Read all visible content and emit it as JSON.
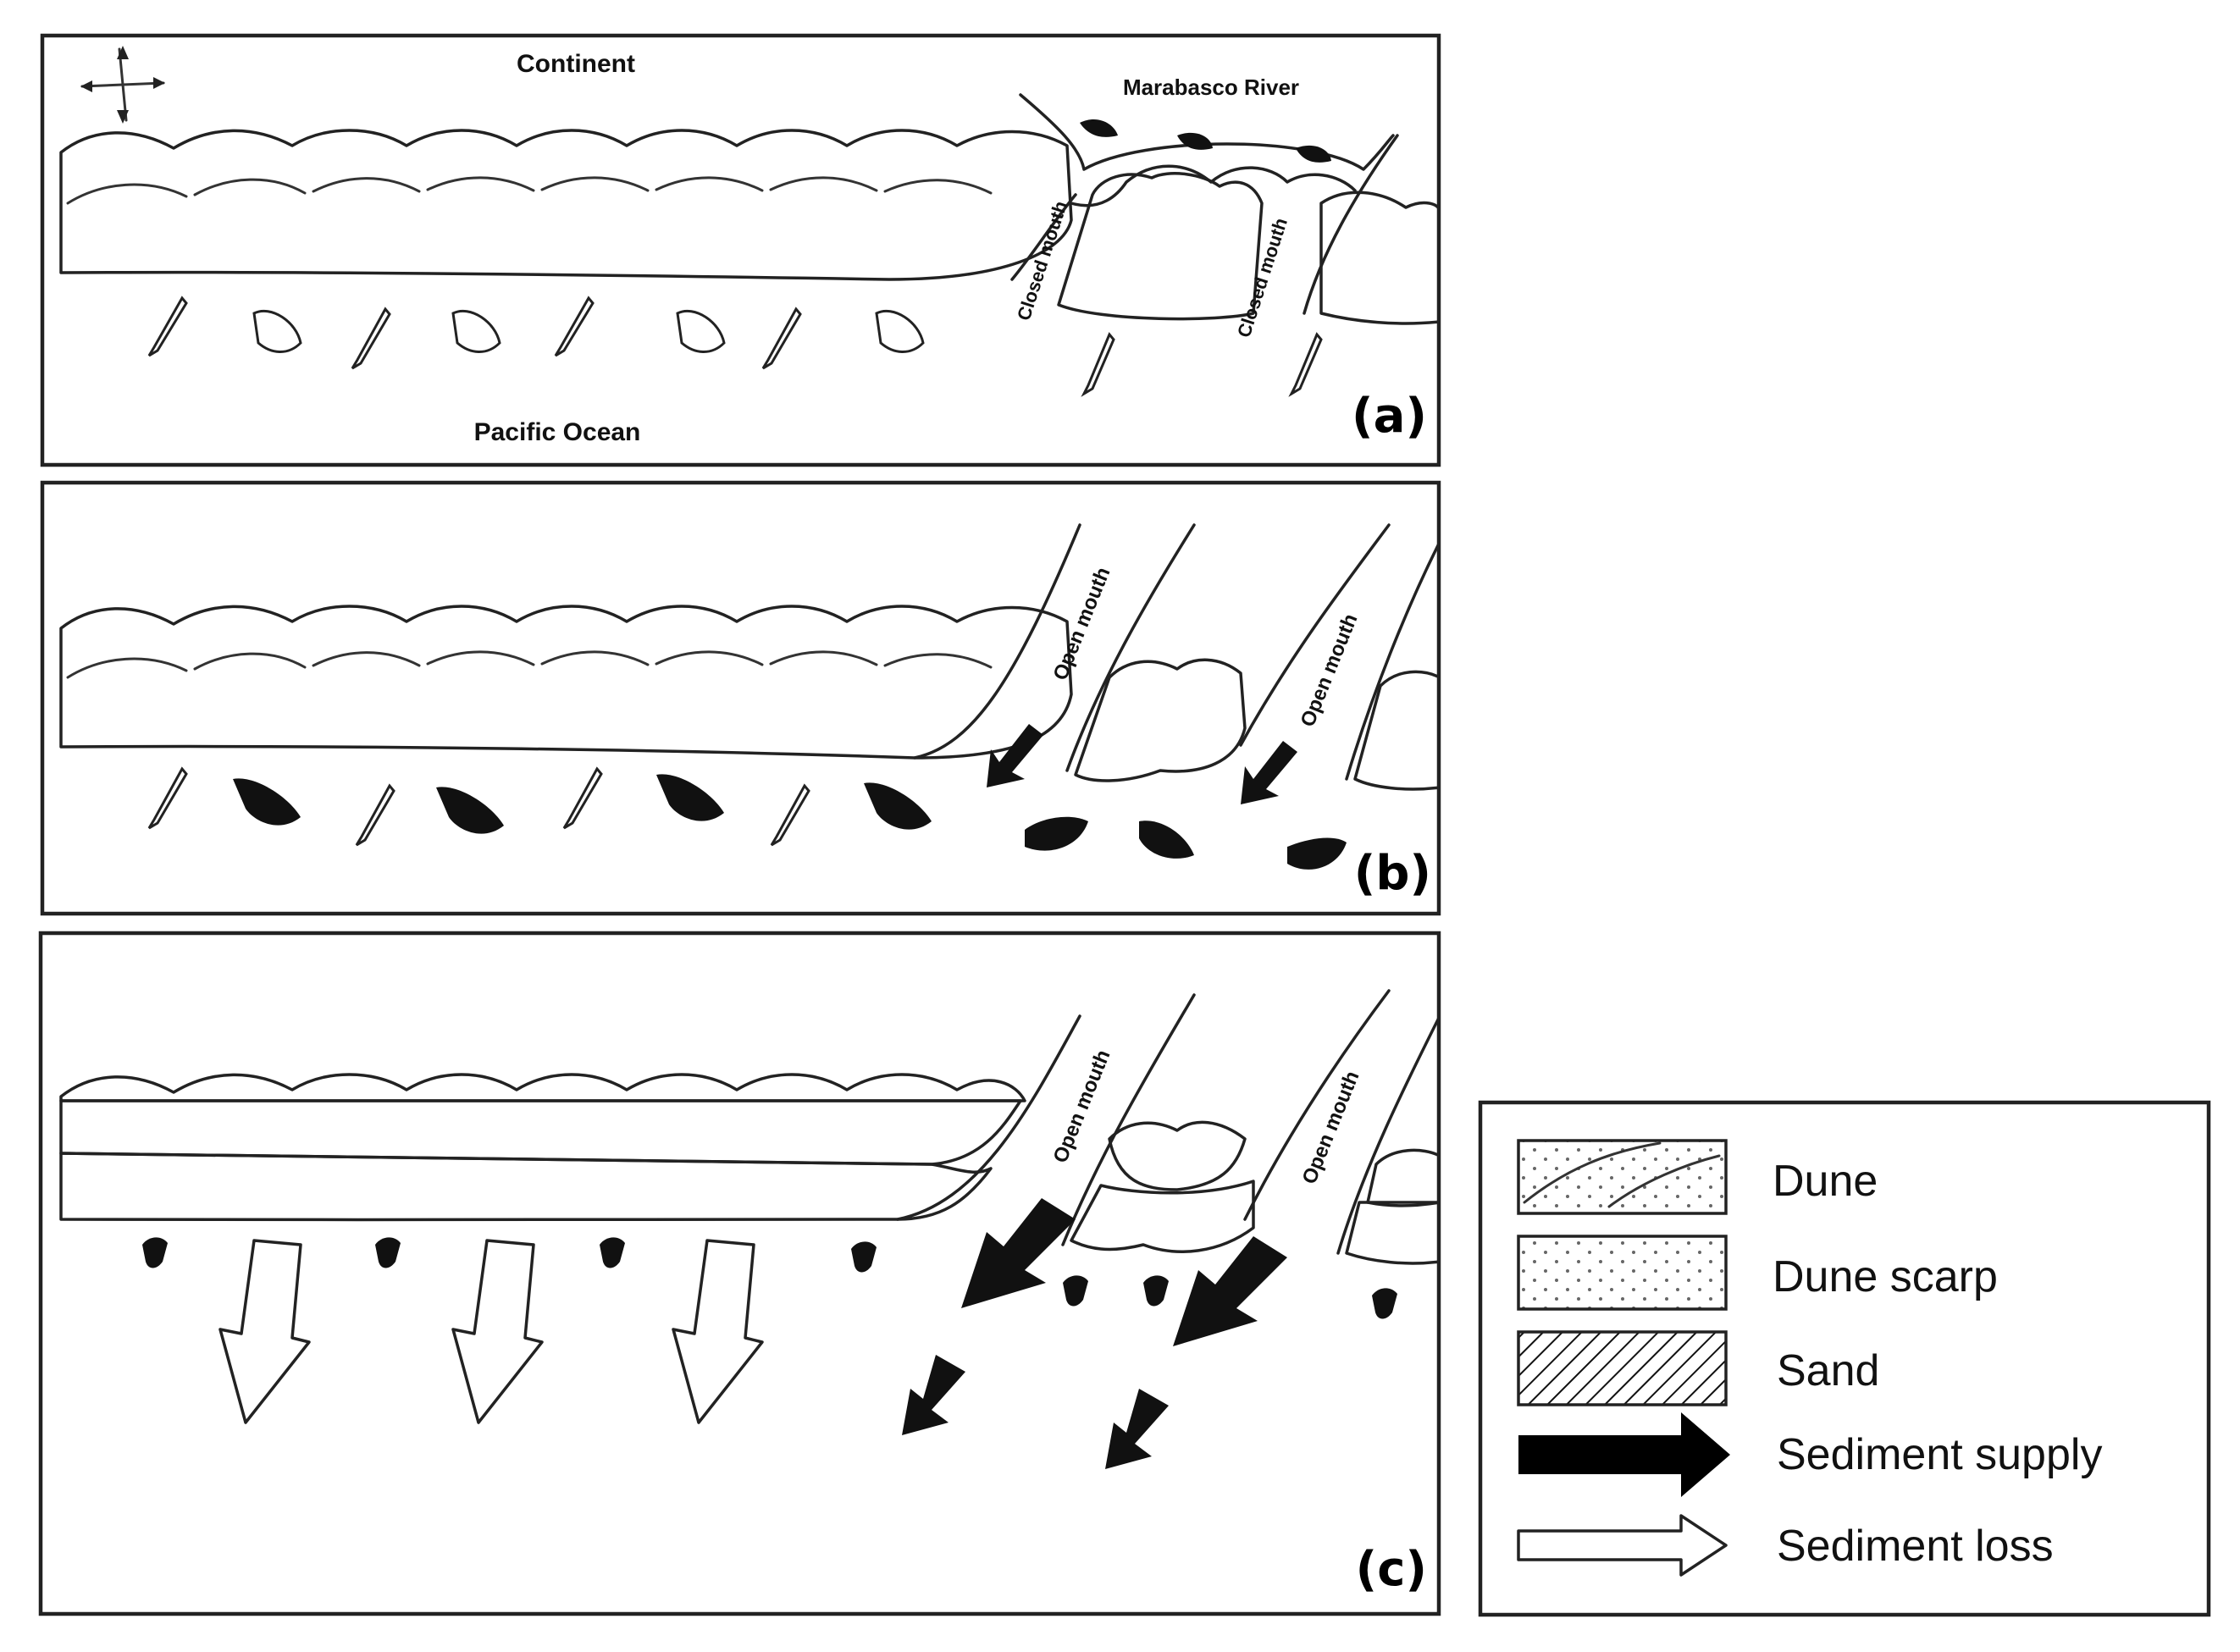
{
  "panels": [
    {
      "letter": "(a)",
      "continent_label": "Continent",
      "river_label": "Marabasco River",
      "ocean_label": "Pacific Ocean",
      "mouth_labels": [
        "Closed mouth",
        "Closed mouth"
      ],
      "compass_icon": "compass-rose-icon"
    },
    {
      "letter": "(b)",
      "mouth_labels": [
        "Open mouth",
        "Open mouth"
      ]
    },
    {
      "letter": "(c)",
      "mouth_labels": [
        "Open mouth",
        "Open mouth"
      ]
    }
  ],
  "legend": {
    "items": [
      {
        "label": "Dune",
        "icon": "dune-swatch"
      },
      {
        "label": "Dune scarp",
        "icon": "dune-scarp-swatch"
      },
      {
        "label": "Sand",
        "icon": "sand-hatch-swatch"
      },
      {
        "label": "Sediment supply",
        "icon": "black-arrow-icon"
      },
      {
        "label": "Sediment loss",
        "icon": "white-arrow-icon"
      }
    ]
  },
  "colors": {
    "ink": "#222222",
    "background": "#ffffff",
    "supply_arrow": "#000000",
    "loss_arrow": "#ffffff"
  }
}
